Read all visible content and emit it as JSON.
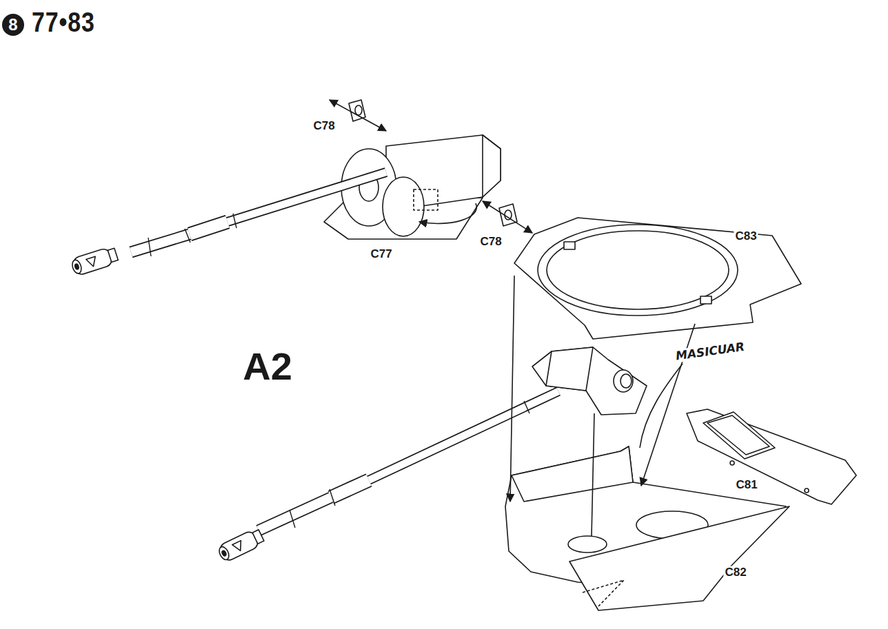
{
  "diagram": {
    "title": "77•83",
    "nodes": [
      {
        "text": [
          "8"
        ]
      }
    ],
    "labels": [
      "C78",
      "C78",
      "C77",
      "C83",
      "A2",
      "MASICUAR",
      "C81",
      "C82"
    ]
  }
}
